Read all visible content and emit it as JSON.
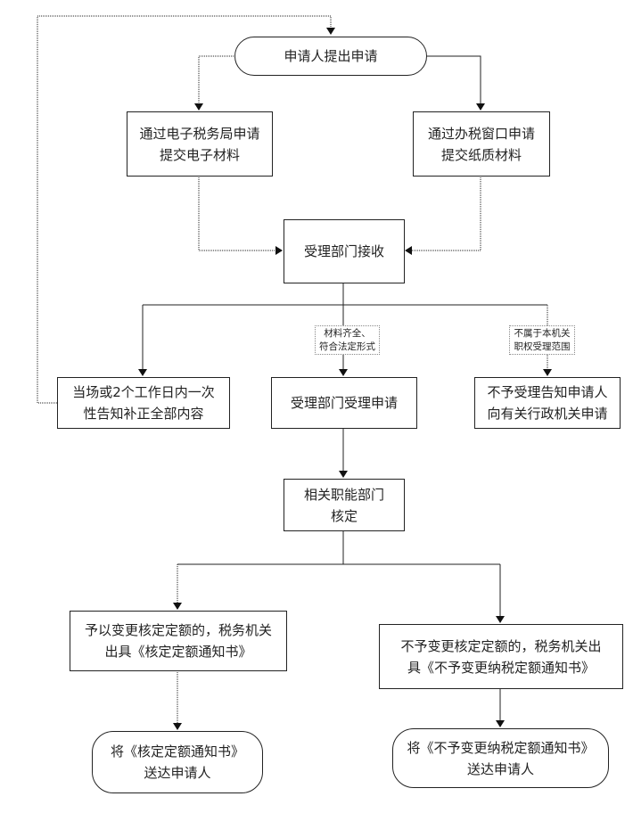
{
  "nodes": {
    "start": {
      "lines": [
        "申请人提出申请"
      ]
    },
    "online": {
      "lines": [
        "通过电子税务局申请",
        "提交电子材料"
      ]
    },
    "window": {
      "lines": [
        "通过办税窗口申请",
        "提交纸质材料"
      ]
    },
    "receive": {
      "lines": [
        "受理部门接收"
      ]
    },
    "supplement": {
      "lines": [
        "当场或2个工作日内一次",
        "性告知补正全部内容"
      ]
    },
    "accept": {
      "lines": [
        "受理部门受理申请"
      ]
    },
    "reject": {
      "lines": [
        "不予受理告知申请人",
        "向有关行政机关申请"
      ]
    },
    "review": {
      "lines": [
        "相关职能部门",
        "核定"
      ]
    },
    "change": {
      "lines": [
        "予以变更核定定额的，税务机关",
        "出具《核定定额通知书》"
      ]
    },
    "nochange": {
      "lines": [
        "不予变更核定定额的，税务机关出",
        "具《不予变更纳税定额通知书》"
      ]
    },
    "deliver1": {
      "lines": [
        "将《核定定额通知书》",
        "送达申请人"
      ]
    },
    "deliver2": {
      "lines": [
        "将《不予变更纳税定额通知书》",
        "送达申请人"
      ]
    }
  },
  "edge_labels": {
    "complete": {
      "lines": [
        "材料齐全、",
        "符合法定形式"
      ]
    },
    "out_of_scope": {
      "lines": [
        "不属于本机关",
        "职权受理范围"
      ]
    }
  }
}
